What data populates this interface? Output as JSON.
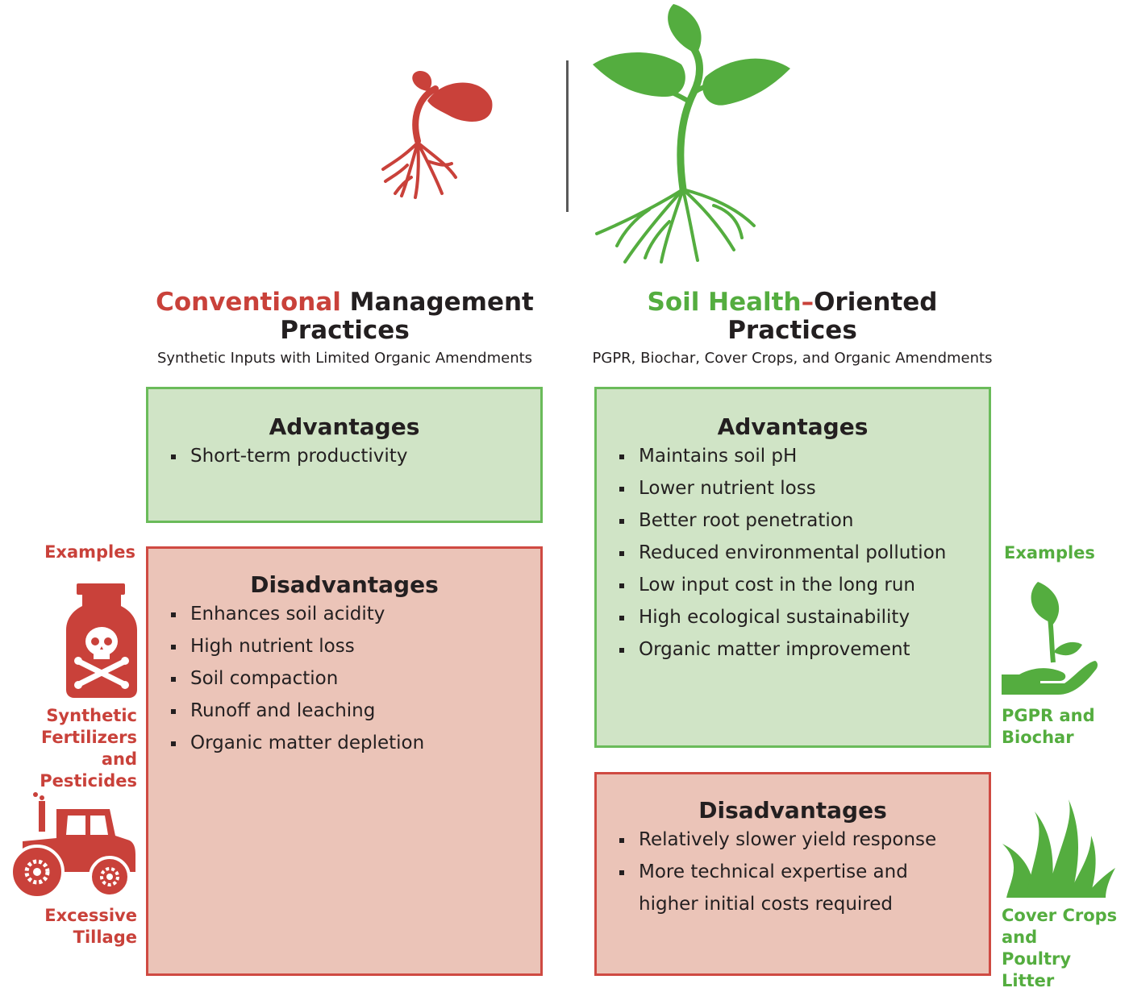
{
  "conventional": {
    "title_colored": "Conventional",
    "title_rest": " Management",
    "title_line2": "Practices",
    "subtitle": "Synthetic Inputs with Limited Organic Amendments",
    "advantages": {
      "heading": "Advantages",
      "items": [
        "Short-term productivity"
      ]
    },
    "disadvantages": {
      "heading": "Disadvantages",
      "items": [
        "Enhances soil acidity",
        "High nutrient loss",
        "Soil compaction",
        "Runoff and leaching",
        "Organic matter depletion"
      ]
    },
    "examples_label": "Examples",
    "example1": [
      "Synthetic",
      "Fertilizers and",
      "Pesticides"
    ],
    "example2": [
      "Excessive",
      "Tillage"
    ]
  },
  "soil_health": {
    "title_colored": "Soil Health",
    "title_dash": "–",
    "title_rest": "Oriented",
    "title_line2": "Practices",
    "subtitle": "PGPR, Biochar, Cover Crops, and Organic Amendments",
    "advantages": {
      "heading": "Advantages",
      "items": [
        "Maintains soil pH",
        "Lower nutrient loss",
        "Better root penetration",
        "Reduced environmental pollution",
        "Low input cost in the long run",
        "High ecological sustainability",
        "Organic matter improvement"
      ]
    },
    "disadvantages": {
      "heading": "Disadvantages",
      "items": [
        "Relatively slower yield response",
        "More technical expertise and",
        "higher initial costs required"
      ]
    },
    "examples_label": "Examples",
    "example1": [
      "PGPR and",
      "Biochar"
    ],
    "example2": [
      "Cover Crops",
      "and",
      "Poultry Litter"
    ]
  },
  "colors": {
    "red": "#c9413a",
    "green": "#54ad3f",
    "green_box": "#d0e4c6",
    "red_box": "#ebc4b8"
  },
  "icons": [
    "small-sprout-icon",
    "large-plant-icon",
    "poison-bottle-icon",
    "tractor-icon",
    "hand-plant-icon",
    "grass-icon"
  ]
}
